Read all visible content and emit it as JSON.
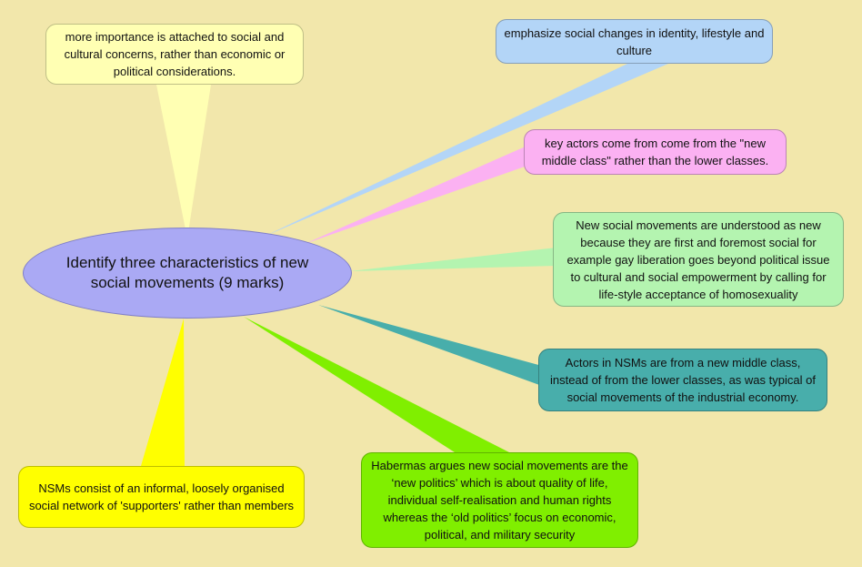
{
  "central_topic": "Identify three characteristics of new social movements (9 marks)",
  "nodes": [
    {
      "id": "cultural-concerns",
      "text": "more importance is attached to social and cultural concerns, rather than economic or political considerations.",
      "color": "#ffffb3"
    },
    {
      "id": "identity-lifestyle",
      "text": "emphasize social changes in identity, lifestyle and culture",
      "color": "#b3d5f7"
    },
    {
      "id": "new-middle-class",
      "text": "key actors come from come from the \"new middle class\" rather than the lower classes.",
      "color": "#fbb1f2"
    },
    {
      "id": "first-social",
      "text": "New social movements are understood as new because they are first and foremost social for example gay liberation goes beyond political issue to cultural and social empowerment by calling for life-style acceptance of homosexuality",
      "color": "#b4f4b0"
    },
    {
      "id": "actors-nsm",
      "text": "Actors in NSMs are from a new middle class, instead of from the lower classes, as was typical of social movements of the industrial economy.",
      "color": "#48aeab"
    },
    {
      "id": "habermas",
      "text": "Habermas argues new social movements are the ‘new politics’ which is about quality of life, individual self-realisation and human rights whereas the ‘old politics’ focus on economic, political, and military security",
      "color": "#80ef00"
    },
    {
      "id": "informal-network",
      "text": "NSMs consist of an informal, loosely organised social network of 'supporters' rather than members",
      "color": "#ffff00"
    }
  ]
}
